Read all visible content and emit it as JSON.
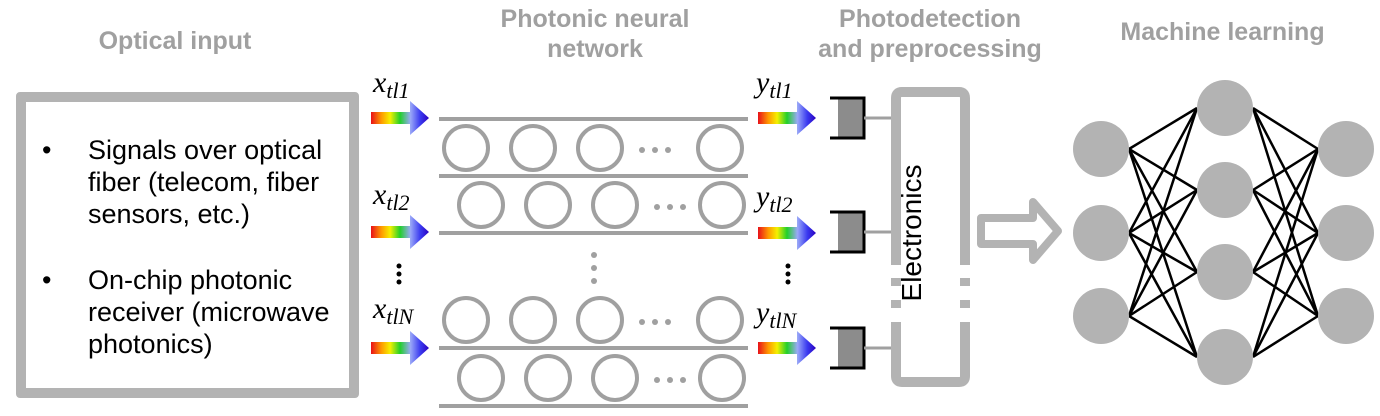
{
  "headings": {
    "optical_input": "Optical input",
    "photonic_nn_line1": "Photonic neural",
    "photonic_nn_line2": "network",
    "photodetection_line1": "Photodetection",
    "photodetection_line2": "and preprocessing",
    "machine_learning": "Machine learning"
  },
  "optical_input": {
    "bullets": [
      {
        "marker": "•",
        "text": "Signals over optical fiber (telecom, fiber sensors, etc.)"
      },
      {
        "marker": "•",
        "text": "On-chip photonic receiver (microwave photonics)"
      }
    ]
  },
  "inputs": [
    {
      "var": "x",
      "sub": "tl1"
    },
    {
      "var": "x",
      "sub": "tl2"
    },
    {
      "var": "x",
      "sub": "tlN"
    }
  ],
  "outputs": [
    {
      "var": "y",
      "sub": "tl1"
    },
    {
      "var": "y",
      "sub": "tl2"
    },
    {
      "var": "y",
      "sub": "tlN"
    }
  ],
  "vertical_ellipsis": "⋮",
  "electronics_label": "Electronics",
  "neural_network": {
    "layers": [
      3,
      4,
      3
    ]
  },
  "colors": {
    "heading_gray": "#a0a0a0",
    "frame_gray": "#b3b3b3",
    "ring_gray": "#a0a0a0",
    "node_gray": "#b3b3b3",
    "detector_fill": "#8c8c8c"
  }
}
